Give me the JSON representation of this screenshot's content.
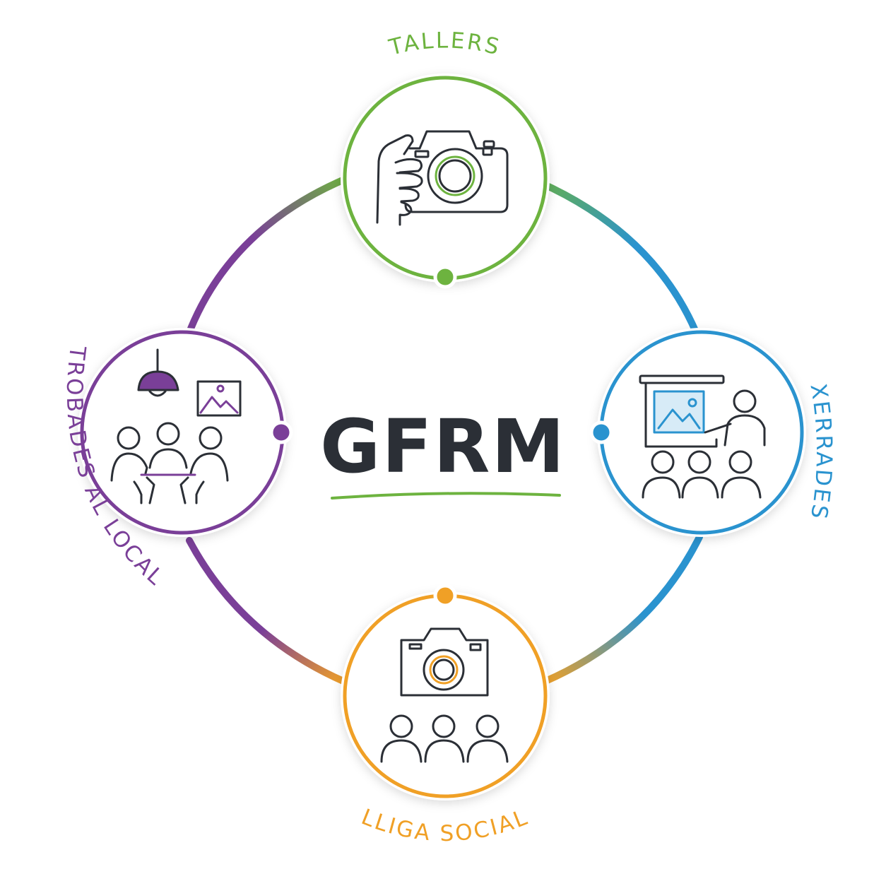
{
  "title": "GFRM",
  "colors": {
    "green": "#6db33f",
    "blue": "#2a93cf",
    "orange": "#f0a026",
    "purple": "#7a3f98",
    "dark": "#2b2f36"
  },
  "nodes": [
    {
      "id": "tallers",
      "label": "TALLERS",
      "color": "#6db33f",
      "icon": "hand-holding-camera-icon"
    },
    {
      "id": "xerrades",
      "label": "XERRADES",
      "color": "#2a93cf",
      "icon": "presentation-audience-icon"
    },
    {
      "id": "lliga",
      "label": "LLIGA SOCIAL",
      "color": "#f0a026",
      "icon": "camera-audience-icon"
    },
    {
      "id": "trobades",
      "label": "TROBADES AL LOCAL",
      "color": "#7a3f98",
      "icon": "meeting-room-icon"
    }
  ]
}
